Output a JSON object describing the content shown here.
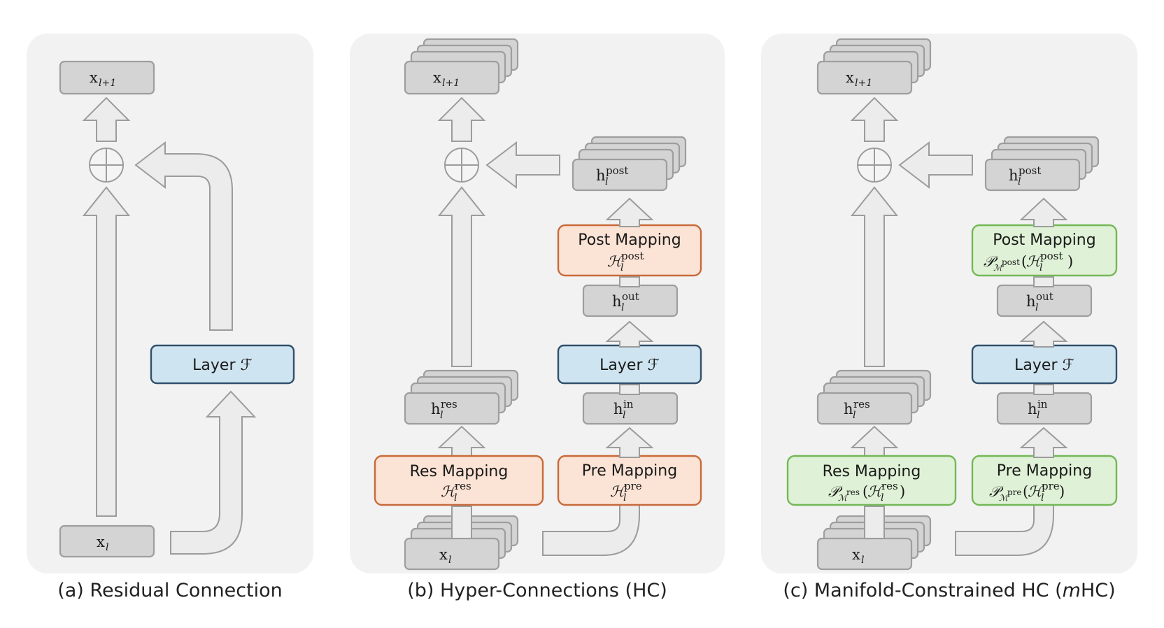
{
  "panels": [
    {
      "caption": "(a) Residual Connection",
      "nodes": {
        "output": {
          "base": "x",
          "sub": "l+1"
        },
        "input": {
          "base": "x",
          "sub": "l"
        },
        "layer": "Layer ℱ"
      }
    },
    {
      "caption": "(b) Hyper-Connections (HC)",
      "nodes": {
        "output": {
          "base": "x",
          "sub": "l+1"
        },
        "input": {
          "base": "x",
          "sub": "l"
        },
        "h_post": {
          "base": "h",
          "sub": "l",
          "sup": "post"
        },
        "h_out": {
          "base": "h",
          "sub": "l",
          "sup": "out"
        },
        "h_in": {
          "base": "h",
          "sub": "l",
          "sup": "in"
        },
        "h_res": {
          "base": "h",
          "sub": "l",
          "sup": "res"
        },
        "layer": "Layer ℱ",
        "post_mapping": {
          "title": "Post Mapping",
          "expr": "ℋ",
          "sub": "l",
          "sup": "post"
        },
        "pre_mapping": {
          "title": "Pre Mapping",
          "expr": "ℋ",
          "sub": "l",
          "sup": "pre"
        },
        "res_mapping": {
          "title": "Res Mapping",
          "expr": "ℋ",
          "sub": "l",
          "sup": "res"
        }
      }
    },
    {
      "caption": "(c) Manifold-Constrained HC (mHC)",
      "caption_pre": "(c) Manifold-Constrained HC (",
      "caption_italic": "m",
      "caption_post": "HC)",
      "nodes": {
        "output": {
          "base": "x",
          "sub": "l+1"
        },
        "input": {
          "base": "x",
          "sub": "l"
        },
        "h_post": {
          "base": "h",
          "sub": "l",
          "sup": "post"
        },
        "h_out": {
          "base": "h",
          "sub": "l",
          "sup": "out"
        },
        "h_in": {
          "base": "h",
          "sub": "l",
          "sup": "in"
        },
        "h_res": {
          "base": "h",
          "sub": "l",
          "sup": "res"
        },
        "layer": "Layer ℱ",
        "post_mapping": {
          "title": "Post Mapping",
          "proj": "𝒫",
          "manifold": "ℳ",
          "msup": "post",
          "expr": "ℋ",
          "sub": "l",
          "sup": "post"
        },
        "pre_mapping": {
          "title": "Pre Mapping",
          "proj": "𝒫",
          "manifold": "ℳ",
          "msup": "pre",
          "expr": "ℋ",
          "sub": "l",
          "sup": "pre"
        },
        "res_mapping": {
          "title": "Res Mapping",
          "proj": "𝒫",
          "manifold": "ℳ",
          "msup": "res",
          "expr": "ℋ",
          "sub": "l",
          "sup": "res"
        }
      }
    }
  ],
  "colors": {
    "panel_bg": "#f2f2f2",
    "state_box": "#d4d4d4",
    "layer_box": "#cfe4f1",
    "hc_mapping": "#fbe3d5",
    "mhc_mapping": "#dff1d6"
  }
}
